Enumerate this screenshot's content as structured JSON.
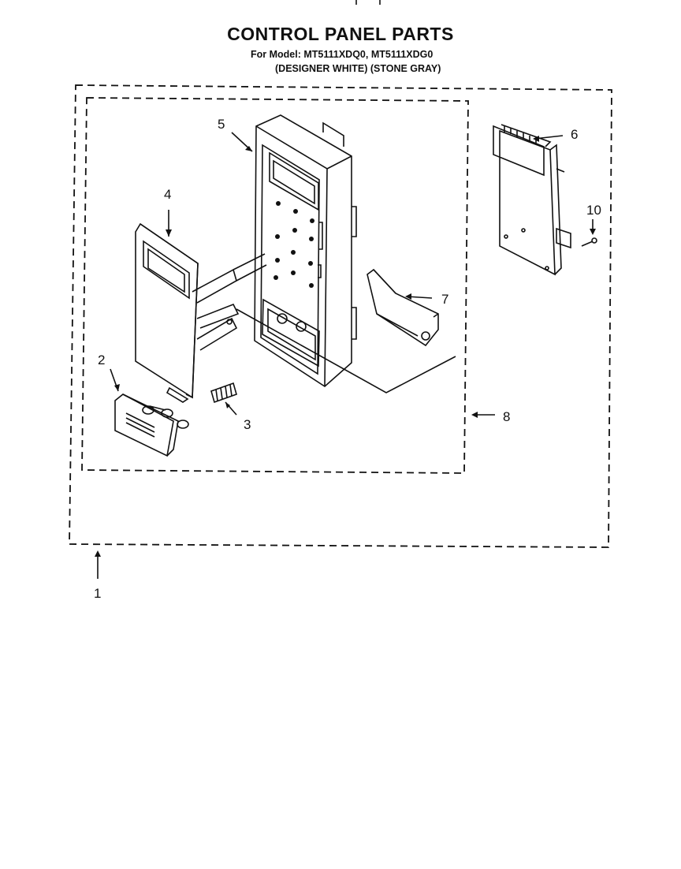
{
  "header": {
    "title": "CONTROL PANEL PARTS",
    "model_line": "For Model: MT5111XDQ0, MT5111XDG0",
    "variant_line": "(DESIGNER WHITE) (STONE GRAY)"
  },
  "callouts": {
    "c1": "1",
    "c2": "2",
    "c3": "3",
    "c4": "4",
    "c5": "5",
    "c6": "6",
    "c7": "7",
    "c8": "8",
    "c10": "10"
  }
}
